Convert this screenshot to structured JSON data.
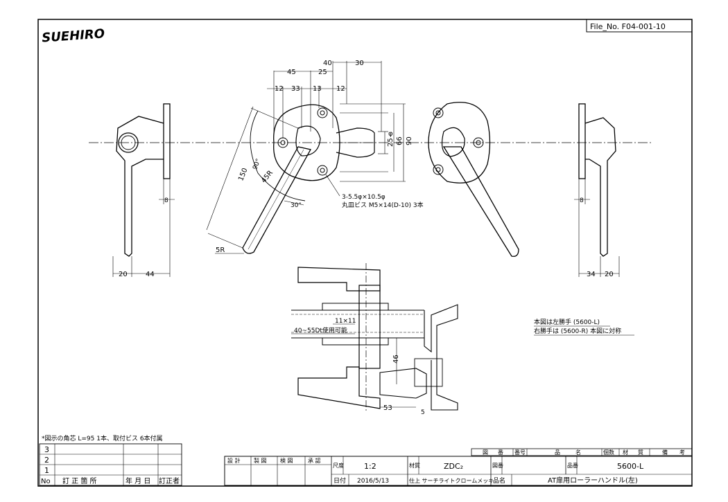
{
  "header": {
    "logo": "SUEHIRO",
    "file_no": "File_No.  F04-001-10"
  },
  "dimensions": {
    "top_40": "40",
    "top_30": "30",
    "top_45": "45",
    "top_25": "25",
    "top_12a": "12",
    "top_33": "33",
    "top_13": "13",
    "top_12b": "12",
    "v_25": "25",
    "v_phi": "φ",
    "v_66": "66",
    "v_90": "90",
    "len_150": "150",
    "len_90": "90°",
    "r_45": "45R",
    "ang_30": "30°",
    "r_5": "5R",
    "left_8": "8",
    "left_20": "20",
    "left_44": "44",
    "right_8": "8",
    "right_34": "34",
    "right_20": "20",
    "sec_11x11": "11×11",
    "sec_door": "40~55Dt使用可能",
    "sec_46": "46",
    "sec_53": "53",
    "sec_5": "5"
  },
  "notes": {
    "hole_line1": "3-5.5φ×10.5φ",
    "hole_line2": "丸皿ビス M5×14(D-10) 3本",
    "hand_line1": "本図は左勝手 (5600-L)",
    "hand_line2": "右勝手は (5600-R) 本図に対称",
    "accessory": "*図示の角芯 L=95 1本、取付ビス 6本付属"
  },
  "revision_table": {
    "rows": [
      "3",
      "2",
      "1"
    ],
    "footer": [
      "No",
      "訂 正 箇 所",
      "年 月 日",
      "訂正者"
    ]
  },
  "title_block": {
    "col_header": [
      "図",
      "番",
      "番号",
      "品",
      "名",
      "個数",
      "材",
      "質",
      "備",
      "考"
    ],
    "approvals": [
      "設 計",
      "製 図",
      "検 図",
      "承 認"
    ],
    "scale_label": "尺度",
    "scale": "1:2",
    "material_label": "材質",
    "material": "ZDC₂",
    "drawing_no_label": "図番",
    "product_no_label": "品番",
    "product_no": "5600-L",
    "date_label": "日付",
    "date": "2016/5/13",
    "finish": "仕上 サーチライトクロームメッキ",
    "name_label": "品名",
    "name": "AT扉用ローラーハンドル(左)"
  }
}
